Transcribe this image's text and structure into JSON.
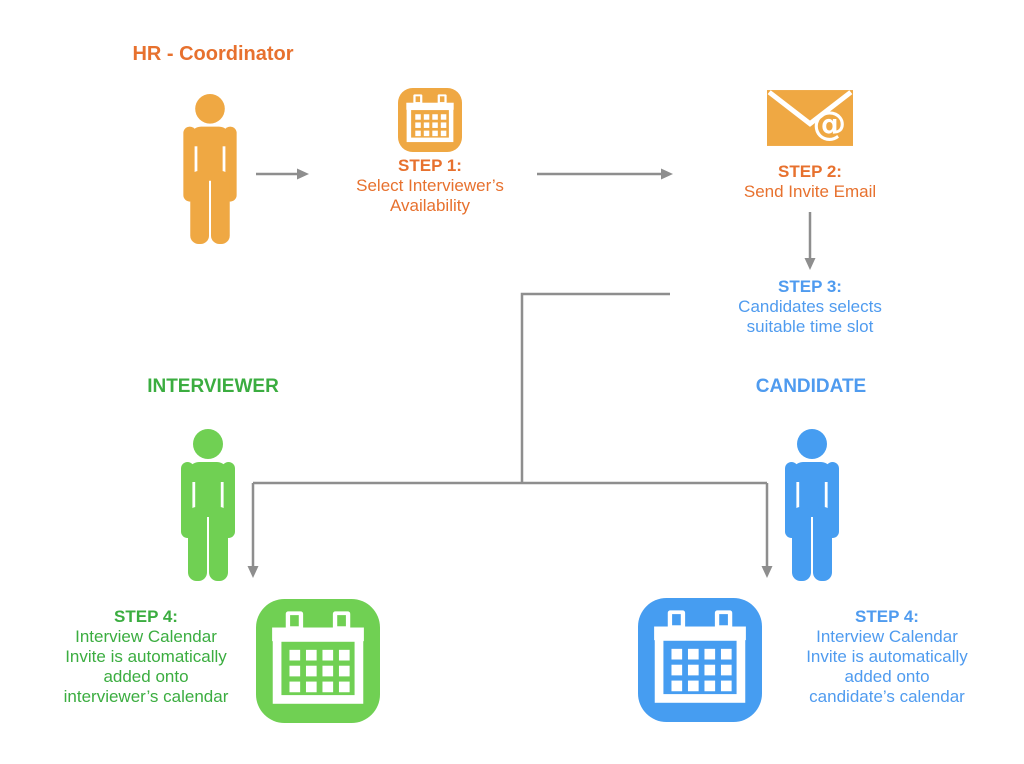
{
  "palette": {
    "orange_text": "#E7712E",
    "amber": "#EFA843",
    "green_text": "#3BAD40",
    "green_icon": "#70D053",
    "blue_text": "#4F9BEF",
    "blue_icon": "#469DF1",
    "gray": "#8E8E8E"
  },
  "actors": {
    "hr": {
      "label": "HR - Coordinator"
    },
    "interviewer": {
      "label": "INTERVIEWER"
    },
    "candidate": {
      "label": "CANDIDATE"
    }
  },
  "steps": {
    "s1": {
      "title": "STEP 1:",
      "lines": [
        "Select Interviewer’s",
        "Availability"
      ]
    },
    "s2": {
      "title": "STEP 2:",
      "lines": [
        "Send Invite Email"
      ]
    },
    "s3": {
      "title": "STEP 3:",
      "lines": [
        "Candidates selects",
        "suitable time slot"
      ]
    },
    "s4i": {
      "title": "STEP 4:",
      "lines": [
        "Interview Calendar",
        "Invite is automatically",
        "added onto",
        "interviewer’s calendar"
      ]
    },
    "s4c": {
      "title": "STEP 4:",
      "lines": [
        "Interview Calendar",
        "Invite is automatically",
        "added onto",
        "candidate’s calendar"
      ]
    }
  },
  "icons": {
    "at_glyph": "@",
    "hr_person": "person-icon",
    "interviewer_person": "person-icon",
    "candidate_person": "person-icon",
    "step1_calendar": "calendar-icon",
    "step2_envelope": "envelope-at-icon",
    "interviewer_calendar": "calendar-icon",
    "candidate_calendar": "calendar-icon"
  }
}
